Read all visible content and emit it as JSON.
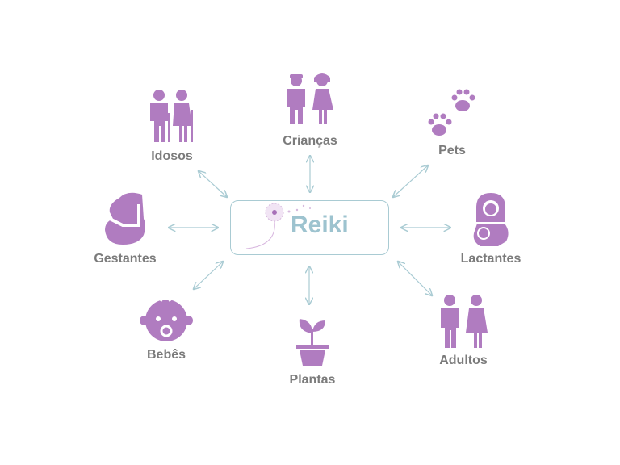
{
  "center": {
    "label": "Reiki"
  },
  "nodes": [
    {
      "label": "Idosos",
      "icon": "elderly-couple-icon"
    },
    {
      "label": "Crianças",
      "icon": "children-icon"
    },
    {
      "label": "Pets",
      "icon": "paw-prints-icon"
    },
    {
      "label": "Gestantes",
      "icon": "pregnant-woman-icon"
    },
    {
      "label": "Lactantes",
      "icon": "breastfeeding-icon"
    },
    {
      "label": "Bebês",
      "icon": "baby-face-icon"
    },
    {
      "label": "Plantas",
      "icon": "potted-plant-icon"
    },
    {
      "label": "Adultos",
      "icon": "adults-icon"
    }
  ],
  "colors": {
    "icon": "#b07cc0",
    "arrow": "#a9cbd3",
    "text": "#7b7b7b",
    "reiki": "#9dc3cf"
  }
}
